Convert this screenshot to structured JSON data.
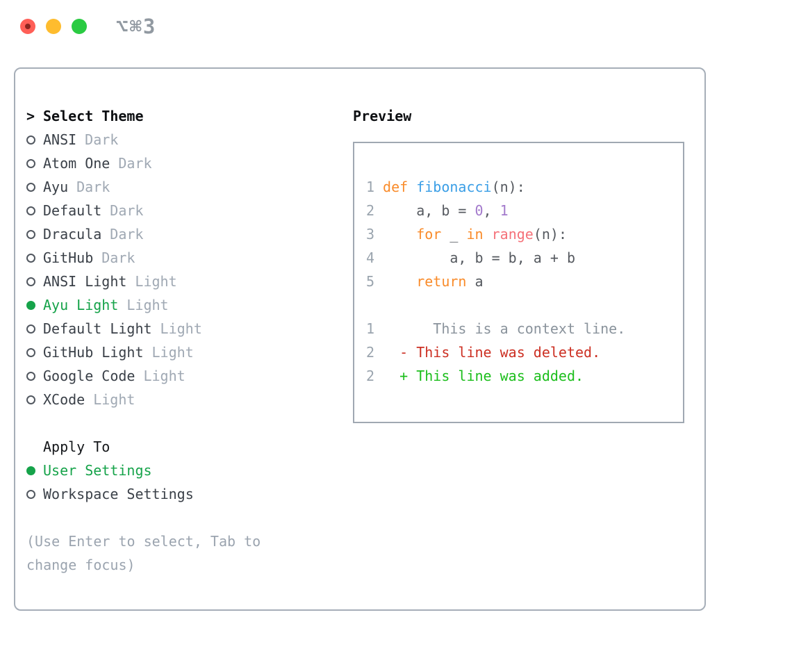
{
  "window": {
    "title": "⌥⌘3",
    "traffic_lights": [
      {
        "name": "close-button",
        "color": "#ff5f57"
      },
      {
        "name": "minimize-button",
        "color": "#febc2e"
      },
      {
        "name": "zoom-button",
        "color": "#2acb42"
      }
    ]
  },
  "theme_list": {
    "header_marker": ">",
    "header": "Select Theme",
    "items": [
      {
        "name": "ANSI",
        "tag": "Dark",
        "selected": false
      },
      {
        "name": "Atom One",
        "tag": "Dark",
        "selected": false
      },
      {
        "name": "Ayu",
        "tag": "Dark",
        "selected": false
      },
      {
        "name": "Default",
        "tag": "Dark",
        "selected": false
      },
      {
        "name": "Dracula",
        "tag": "Dark",
        "selected": false
      },
      {
        "name": "GitHub",
        "tag": "Dark",
        "selected": false
      },
      {
        "name": "ANSI Light",
        "tag": "Light",
        "selected": false
      },
      {
        "name": "Ayu Light",
        "tag": "Light",
        "selected": true
      },
      {
        "name": "Default Light",
        "tag": "Light",
        "selected": false
      },
      {
        "name": "GitHub Light",
        "tag": "Light",
        "selected": false
      },
      {
        "name": "Google Code",
        "tag": "Light",
        "selected": false
      },
      {
        "name": "XCode",
        "tag": "Light",
        "selected": false
      }
    ]
  },
  "apply_to": {
    "header": "Apply To",
    "options": [
      {
        "label": "User Settings",
        "selected": true
      },
      {
        "label": "Workspace Settings",
        "selected": false
      }
    ]
  },
  "hints": [
    "(Use Enter to select, Tab to",
    "change focus)"
  ],
  "preview": {
    "header": "Preview",
    "code_lines": [
      {
        "num": "1",
        "segments": [
          {
            "t": "def",
            "c": "keyword"
          },
          {
            "t": " ",
            "c": "code"
          },
          {
            "t": "fibonacci",
            "c": "function"
          },
          {
            "t": "(n):",
            "c": "code"
          }
        ]
      },
      {
        "num": "2",
        "segments": [
          {
            "t": "    a, b = ",
            "c": "code"
          },
          {
            "t": "0",
            "c": "number"
          },
          {
            "t": ", ",
            "c": "code"
          },
          {
            "t": "1",
            "c": "number"
          }
        ]
      },
      {
        "num": "3",
        "segments": [
          {
            "t": "    ",
            "c": "code"
          },
          {
            "t": "for",
            "c": "keyword"
          },
          {
            "t": " _ ",
            "c": "code"
          },
          {
            "t": "in",
            "c": "keyword"
          },
          {
            "t": " ",
            "c": "code"
          },
          {
            "t": "range",
            "c": "builtin"
          },
          {
            "t": "(n):",
            "c": "code"
          }
        ]
      },
      {
        "num": "4",
        "segments": [
          {
            "t": "        a, b = b, a + b",
            "c": "code"
          }
        ]
      },
      {
        "num": "5",
        "segments": [
          {
            "t": "    ",
            "c": "code"
          },
          {
            "t": "return",
            "c": "keyword"
          },
          {
            "t": " a",
            "c": "code"
          }
        ]
      },
      {
        "num": "",
        "segments": []
      },
      {
        "num": "1",
        "segments": [
          {
            "t": "      This is a context line.",
            "c": "context"
          }
        ]
      },
      {
        "num": "2",
        "segments": [
          {
            "t": "  - This line was deleted.",
            "c": "removed"
          }
        ]
      },
      {
        "num": "2",
        "segments": [
          {
            "t": "  + This line was added.",
            "c": "added"
          }
        ]
      }
    ]
  },
  "colors": {
    "keyword": "#f98b2a",
    "function": "#3a9ee6",
    "number": "#a37acc",
    "builtin": "#f57179",
    "code": "#55595f",
    "context": "#8a939c",
    "removed": "#cc2f22",
    "added": "#1cbe1c",
    "linenum": "#9aa4ae",
    "ui_selected_green": "#16a34a",
    "item_text": "#3a4048",
    "muted_gray": "#9fa8b3",
    "panel_border": "#a6aeb8",
    "title_gray": "#9199a1",
    "traffic_red": "#ff5f57",
    "traffic_yellow": "#febc2e",
    "traffic_green": "#2acb42"
  }
}
